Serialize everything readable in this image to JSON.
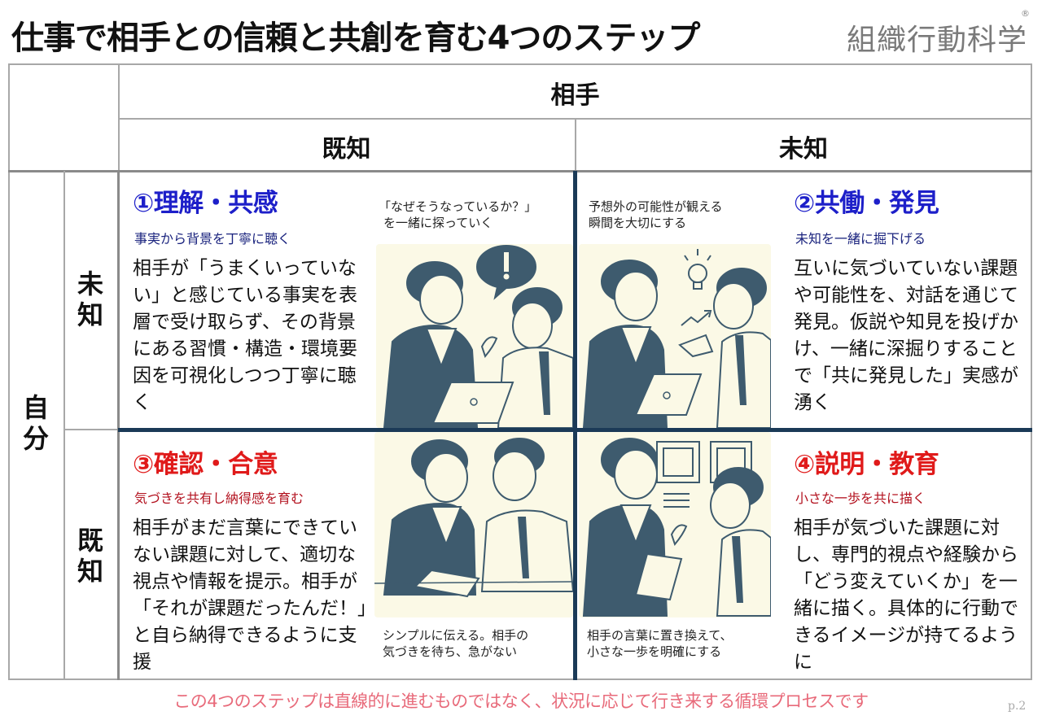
{
  "header": {
    "title": "仕事で相手との信頼と共創を育む4つのステップ",
    "brand": "組織行動科学",
    "brand_mark": "®"
  },
  "matrix": {
    "column_axis_label": "相手",
    "column_labels": [
      "既知",
      "未知"
    ],
    "row_axis_label": "自分",
    "row_labels": [
      "未知",
      "既知"
    ]
  },
  "quadrants": [
    {
      "id": "q1",
      "title": "①理解・共感",
      "subtitle": "事実から背景を丁寧に聴く",
      "body": "相手が「うまくいっていない」と感じている事実を表層で受け取らず、その背景にある習慣・構造・環境要因を可視化しつつ丁寧に聴く",
      "note_lines": [
        "「なぜそうなっているか？」",
        "を一緒に探っていく"
      ],
      "illustration": "woman-and-man-at-laptop-exclamation-bubble",
      "title_color": "#1d1fc9"
    },
    {
      "id": "q2",
      "title": "②共働・発見",
      "subtitle": "未知を一緒に掘下げる",
      "body": "互いに気づいていない課題や可能性を、対話を通じて発見。仮説や知見を投げかけ、一緒に深掘りすることで「共に発見した」実感が湧く",
      "note_lines": [
        "予想外の可能性が観える",
        "瞬間を大切にする"
      ],
      "illustration": "woman-and-man-lightbulb-idea",
      "title_color": "#1d1fc9"
    },
    {
      "id": "q3",
      "title": "③確認・合意",
      "subtitle": "気づきを共有し納得感を育む",
      "body": "相手がまだ言葉にできていない課題に対して、適切な視点や情報を提示。相手が「それが課題だったんだ！」と自ら納得できるように支援",
      "note_lines": [
        "シンプルに伝える。相手の",
        "気づきを待ち、急がない"
      ],
      "illustration": "woman-writing-notes-with-man",
      "title_color": "#e01a1a"
    },
    {
      "id": "q4",
      "title": "④説明・教育",
      "subtitle": "小さな一歩を共に描く",
      "body": "相手が気づいた課題に対し、専門的視点や経験から「どう変えていくか」を一緒に描く。具体的に行動できるイメージが持てるように",
      "note_lines": [
        "相手の言葉に置き換えて、",
        "小さな一歩を明確にする"
      ],
      "illustration": "woman-explaining-with-document-to-man",
      "title_color": "#e01a1a"
    }
  ],
  "footer": {
    "message": "この4つのステップは直線的に進むものではなく、状況に応じて行き来する循環プロセスです",
    "page": "p.2"
  },
  "colors": {
    "divider_navy": "#1b3a57",
    "illustration_ink": "#3e5b6e",
    "illustration_bg": "#fbf9e6",
    "footer_pink": "#e86a7a",
    "grid_gray": "#a8a8a8"
  }
}
